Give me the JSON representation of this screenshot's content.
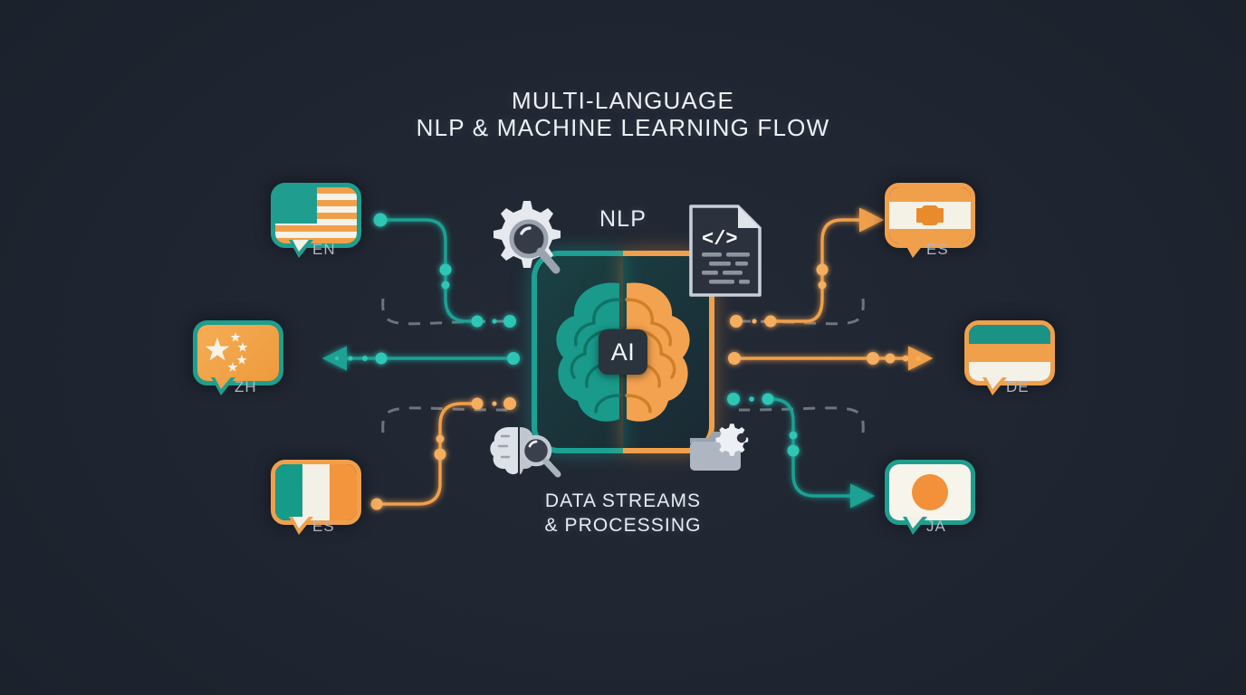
{
  "theme": {
    "background": "#1e2430",
    "teal": "#1aa193",
    "orange": "#f0a04b",
    "text": "#eef1f5",
    "muted_text": "#aeb7c4"
  },
  "header": {
    "title_line_1": "MULTI-LANGUAGE",
    "title_line_2": "NLP & MACHINE LEARNING FLOW"
  },
  "center": {
    "top_label": "NLP",
    "bottom_label_line_1": "DATA STREAMS",
    "bottom_label_line_2": "& PROCESSING",
    "core_badge": "AI",
    "core_icon": "split-brain-icon"
  },
  "tech_icons": [
    {
      "name": "gear-magnifier-icon",
      "position": "top-left"
    },
    {
      "name": "code-document-icon",
      "position": "top-right"
    },
    {
      "name": "brain-magnifier-icon",
      "position": "bottom-left"
    },
    {
      "name": "folder-gear-icon",
      "position": "bottom-right"
    }
  ],
  "inputs": [
    {
      "code": "EN",
      "flag": "flag-us",
      "accent": "#1f9e8f",
      "icon": "chat-bubble-icon"
    },
    {
      "code": "ZH",
      "flag": "flag-cn",
      "accent": "#1f9e8f",
      "icon": "chat-bubble-icon"
    },
    {
      "code": "ES",
      "flag": "flag-ie",
      "accent": "#f0a04b",
      "icon": "chat-bubble-icon"
    }
  ],
  "outputs": [
    {
      "code": "ES",
      "flag": "flag-es",
      "accent": "#f0a04b",
      "icon": "chat-bubble-icon"
    },
    {
      "code": "DE",
      "flag": "flag-de",
      "accent": "#f0a04b",
      "icon": "chat-bubble-icon"
    },
    {
      "code": "JA",
      "flag": "flag-jp",
      "accent": "#1f9e8f",
      "icon": "chat-bubble-icon"
    }
  ],
  "connectors": [
    {
      "name": "connector-en-to-core",
      "color": "#1aa193",
      "direction": "inbound"
    },
    {
      "name": "connector-zh-to-core",
      "color": "#1aa193",
      "direction": "inbound"
    },
    {
      "name": "connector-es-to-core",
      "color": "#f0a04b",
      "direction": "inbound"
    },
    {
      "name": "connector-core-to-es",
      "color": "#f0a04b",
      "direction": "outbound"
    },
    {
      "name": "connector-core-to-de",
      "color": "#f0a04b",
      "direction": "outbound"
    },
    {
      "name": "connector-core-to-ja",
      "color": "#1aa193",
      "direction": "outbound"
    }
  ]
}
